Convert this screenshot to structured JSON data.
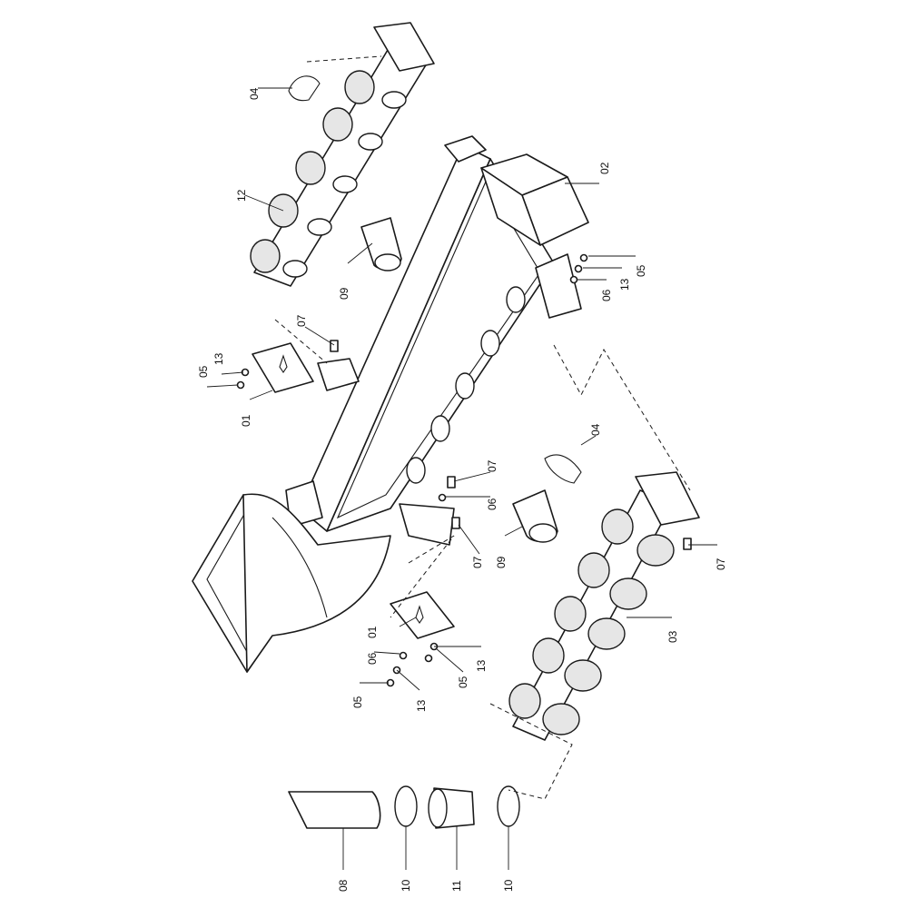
{
  "callouts": {
    "c04_upper": "04",
    "c12": "12",
    "c09_upper": "09",
    "c02": "02",
    "c05_right": "05",
    "c13_right": "13",
    "c06_right": "06",
    "c07_upper": "07",
    "c13_upper": "13",
    "c05_upper": "05",
    "c01_upper": "01",
    "c07_mid": "07",
    "c06_mid": "06",
    "c07_lower": "07",
    "c09_lower": "09",
    "c04_lower": "04",
    "c07_right": "07",
    "c03": "03",
    "c01_lower": "01",
    "c06_lower": "06",
    "c05_lower_right": "05",
    "c13_lower_right": "13",
    "c05_lower_left": "05",
    "c13_lower_left": "13",
    "c08": "08",
    "c10_left": "10",
    "c11": "11",
    "c10_right": "10"
  },
  "colors": {
    "line": "#1a1a1a",
    "background": "#ffffff",
    "shade": "#e6e6e6"
  }
}
